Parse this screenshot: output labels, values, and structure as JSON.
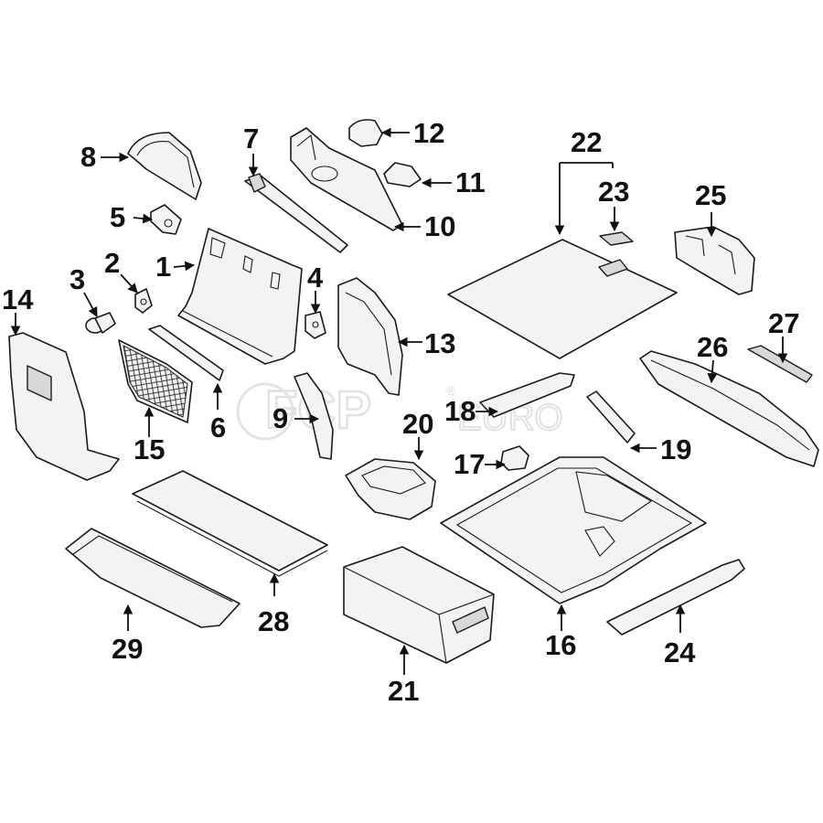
{
  "watermark": {
    "brand": "FCP",
    "suffix": "EURO",
    "registered": "®"
  },
  "callouts": [
    {
      "id": "c1",
      "label": "1"
    },
    {
      "id": "c2",
      "label": "2"
    },
    {
      "id": "c3",
      "label": "3"
    },
    {
      "id": "c4",
      "label": "4"
    },
    {
      "id": "c5",
      "label": "5"
    },
    {
      "id": "c6",
      "label": "6"
    },
    {
      "id": "c7",
      "label": "7"
    },
    {
      "id": "c8",
      "label": "8"
    },
    {
      "id": "c9",
      "label": "9"
    },
    {
      "id": "c10",
      "label": "10"
    },
    {
      "id": "c11",
      "label": "11"
    },
    {
      "id": "c12",
      "label": "12"
    },
    {
      "id": "c13",
      "label": "13"
    },
    {
      "id": "c14",
      "label": "14"
    },
    {
      "id": "c15",
      "label": "15"
    },
    {
      "id": "c16",
      "label": "16"
    },
    {
      "id": "c17",
      "label": "17"
    },
    {
      "id": "c18",
      "label": "18"
    },
    {
      "id": "c19",
      "label": "19"
    },
    {
      "id": "c20",
      "label": "20"
    },
    {
      "id": "c21",
      "label": "21"
    },
    {
      "id": "c22",
      "label": "22"
    },
    {
      "id": "c23",
      "label": "23"
    },
    {
      "id": "c24",
      "label": "24"
    },
    {
      "id": "c25",
      "label": "25"
    },
    {
      "id": "c26",
      "label": "26"
    },
    {
      "id": "c27",
      "label": "27"
    },
    {
      "id": "c28",
      "label": "28"
    },
    {
      "id": "c29",
      "label": "29"
    }
  ]
}
